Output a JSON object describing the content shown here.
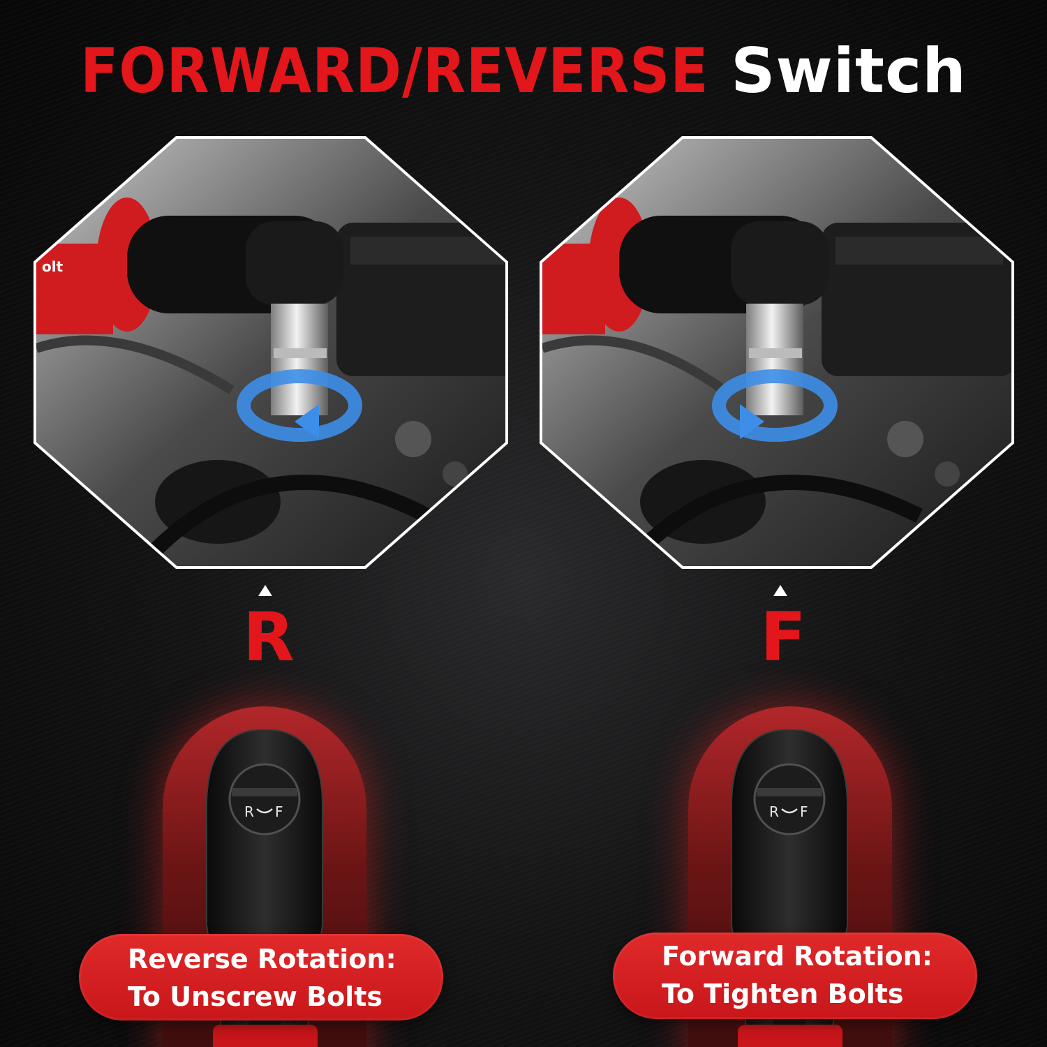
{
  "headline": {
    "part1": "FORWARD/REVERSE",
    "part2": "Switch"
  },
  "panels": {
    "left": {
      "letter": "R",
      "switch_label_left": "R",
      "switch_label_right": "F",
      "caption_line1": "Reverse Rotation:",
      "caption_line2": "To Unscrew Bolts",
      "brand_fragment": "olt",
      "rotation_direction": "counterclockwise"
    },
    "right": {
      "letter": "F",
      "switch_label_left": "R",
      "switch_label_right": "F",
      "caption_line1": "Forward Rotation:",
      "caption_line2": "To Tighten Bolts",
      "rotation_direction": "clockwise"
    }
  },
  "colors": {
    "accent_red": "#e3161b",
    "arrow_blue": "#3d8ee8",
    "background": "#0b0b0c"
  },
  "icons": {
    "pointer": "triangle-up-icon",
    "rotation": "rotation-arrow-icon",
    "switch": "direction-switch-icon"
  }
}
